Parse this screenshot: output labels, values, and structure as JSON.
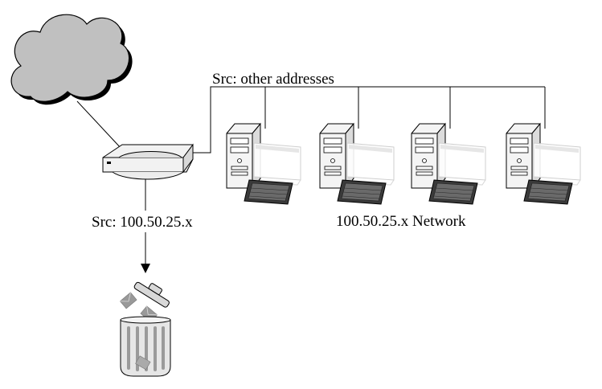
{
  "labels": {
    "other_src": "Src: other addresses",
    "router_src": "Src: 100.50.25.x",
    "network": "100.50.25.x Network"
  },
  "icons": {
    "cloud": "cloud-icon",
    "router": "router-icon",
    "workstation": "workstation-icon",
    "trash": "trash-can-icon"
  },
  "workstation_count": 4
}
